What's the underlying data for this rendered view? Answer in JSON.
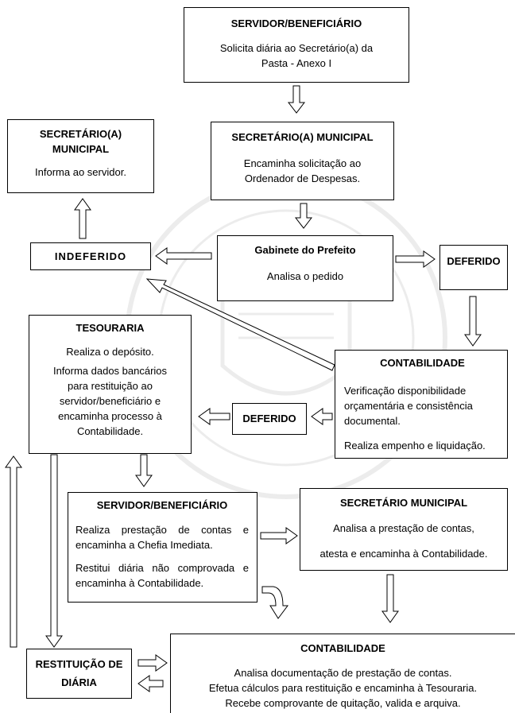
{
  "servidor_top": {
    "title": "SERVIDOR/BENEFICIÁRIO",
    "line1": "Solicita diária ao Secretário(a) da",
    "line2": "Pasta - Anexo I"
  },
  "secretario_left": {
    "title_line1": "SECRETÁRIO(A)",
    "title_line2": "MUNICIPAL",
    "text": "Informa ao servidor."
  },
  "secretario_municipal": {
    "title": "SECRETÁRIO(A) MUNICIPAL",
    "line1": "Encaminha solicitação ao",
    "line2": "Ordenador de Despesas."
  },
  "indeferido": {
    "label": "INDEFERIDO"
  },
  "gabinete": {
    "title": "Gabinete do Prefeito",
    "text": "Analisa o pedido"
  },
  "deferido_right": {
    "label": "DEFERIDO"
  },
  "tesouraria": {
    "title": "TESOURARIA",
    "line1": "Realiza o depósito.",
    "line2": "Informa dados bancários",
    "line3": "para restituição ao",
    "line4": "servidor/beneficiário e",
    "line5": "encaminha processo à",
    "line6": "Contabilidade."
  },
  "deferido_mid": {
    "label": "DEFERIDO"
  },
  "contabilidade_top": {
    "title": "CONTABILIDADE",
    "line1": "Verificação disponibilidade",
    "line2": "orçamentária e consistência",
    "line3": "documental.",
    "line4": "Realiza empenho e liquidação."
  },
  "servidor_mid": {
    "title": "SERVIDOR/BENEFICIÁRIO",
    "line1": "Realiza prestação de contas e",
    "line2": "encaminha a Chefia Imediata.",
    "line3": "Restitui diária não comprovada e",
    "line4": "encaminha à Contabilidade."
  },
  "secretario_municipal2": {
    "title": "SECRETÁRIO MUNICIPAL",
    "line1": "Analisa a prestação de contas,",
    "line2": "atesta e encaminha à Contabilidade."
  },
  "restituicao": {
    "line1": "RESTITUIÇÃO DE",
    "line2": "DIÁRIA"
  },
  "contabilidade_bottom": {
    "title": "CONTABILIDADE",
    "line1": "Analisa documentação de prestação de contas.",
    "line2": "Efetua cálculos para restituição e encaminha à Tesouraria.",
    "line3": "Recebe comprovante de quitação, valida e arquiva."
  },
  "colors": {
    "border": "#000000",
    "background": "#ffffff"
  }
}
